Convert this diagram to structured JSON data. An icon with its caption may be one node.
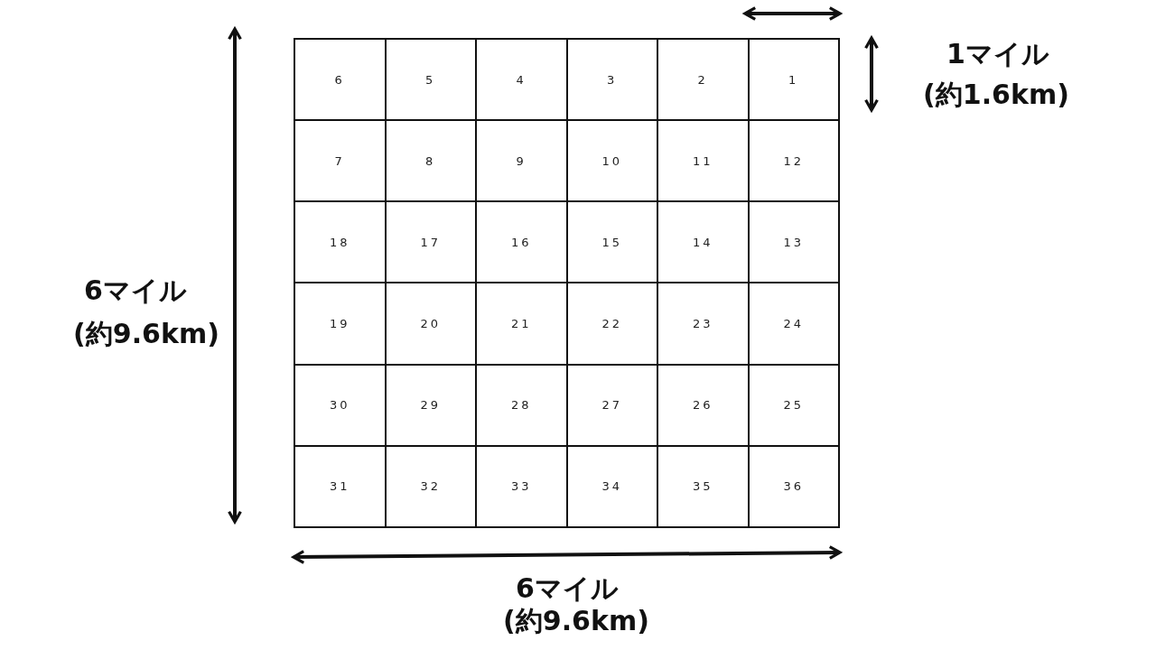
{
  "diagram": {
    "labels": [
      "1マイル",
      "(約1.6km)",
      "6",
      "5",
      "4",
      "3",
      "2",
      "1",
      "7",
      "8",
      "9",
      "10",
      "11",
      "12",
      "18",
      "17",
      "16",
      "15",
      "14",
      "13",
      "19",
      "20",
      "21",
      "22",
      "23",
      "24",
      "30",
      "29",
      "28",
      "27",
      "26",
      "25",
      "31",
      "32",
      "33",
      "34",
      "35",
      "36",
      "6マイル",
      "(約9.6km)",
      "6マイル",
      "(約9.6km)"
    ]
  }
}
